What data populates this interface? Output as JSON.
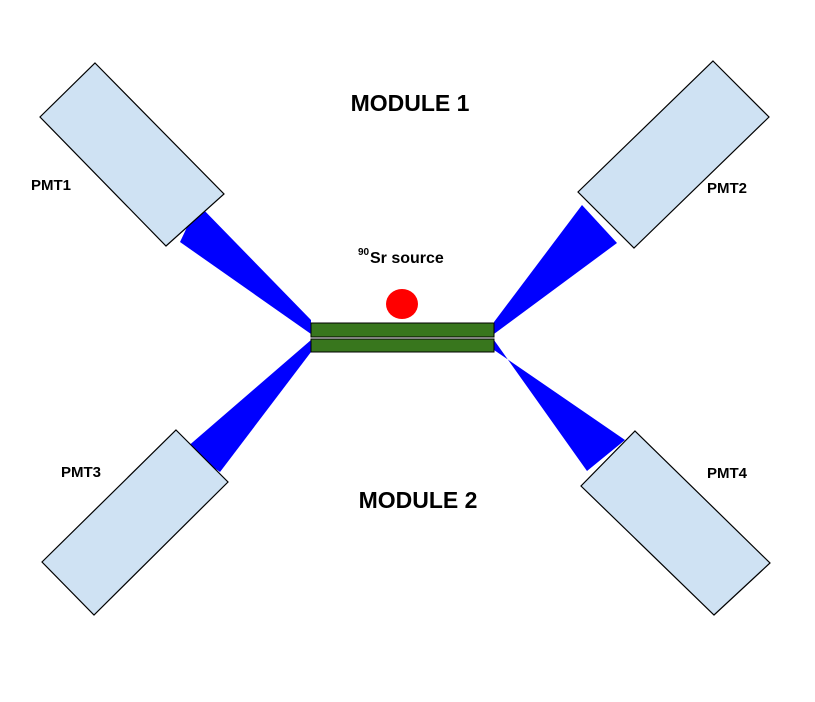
{
  "diagram": {
    "module1_label": "MODULE 1",
    "module2_label": "MODULE 2",
    "pmts": [
      {
        "id": "pmt1",
        "label": "PMT1"
      },
      {
        "id": "pmt2",
        "label": "PMT2"
      },
      {
        "id": "pmt3",
        "label": "PMT3"
      },
      {
        "id": "pmt4",
        "label": "PMT4"
      }
    ],
    "source": {
      "superscript": "90",
      "label": "Sr source"
    },
    "colors": {
      "pmt_fill": "#cfe2f3",
      "light_guide": "#0000ff",
      "scintillator": "#38761d",
      "source": "#ff0000",
      "stroke": "#000000"
    }
  }
}
